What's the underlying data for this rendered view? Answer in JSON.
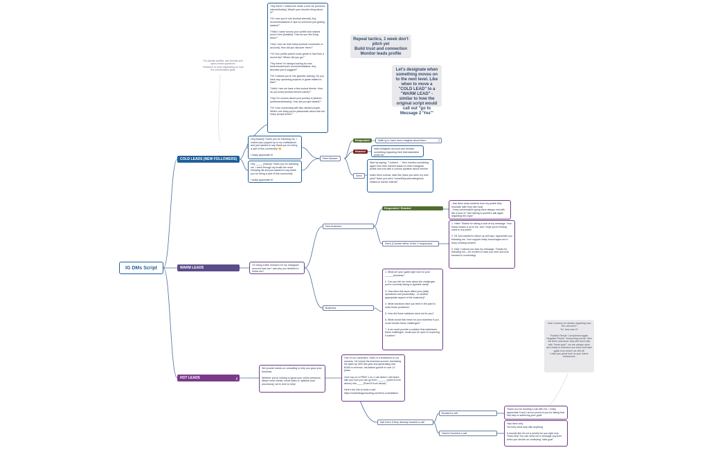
{
  "root": "IG DMs Script",
  "colors": {
    "blue": "#1f5f99",
    "purple": "#5b4b8a",
    "hot": "#7a3a8a",
    "green": "#4f6f2f",
    "red": "#7a2020"
  },
  "cold": {
    "label": "COLD LEADS (NEW FOLLOWERS)",
    "top_note": "For private profiles, ask friendly and open-ended questions\n*research or more depending on how the conversation goes",
    "icebreakers": "\"Hey there! I noticed we share a love for [common interest/hobby]. What's your favorite thing about it?\"\n\n\"Hi! I see you're into [mutual interest]. Any recommendations or tips for someone just getting started?\"\n\n\"Hello! I came across your profile and noticed you're from [location]. How do you like living there?\"\n\n\"Hey! I see we both follow [mutual connection or account]. How did you discover them?\"\n\n\"Hi! Your profile picture looks great! Is that from a recent trip? Where did you go?\"\n\n\"Hey there! I'm always looking for new book/movie/music recommendations. Any favorites you'd suggest?\"\n\n\"Hi! I noticed you're into [specific activity]. Do you have any upcoming projects or goals related to that?\"\n\n\"Hello! I see we have a few mutual friends. How do you know [mutual friend's name]?\"\n\n\"Hey! I'm curious about your journey in [shared profession/industry]. How did you get started?\"\n\n\"Hi! I love connecting with like-minded people. What's one thing you're passionate about that not many people know?\"",
    "msg1": "Hey [Name]! Thank you for following me, I noticed you popped up in my notifications and just wanted to say thank you for being a part of this community! 🙂\n\nI really appreciate it!",
    "msg2": "Hey _____ [Name]! Thank you for following me. I went through my email! the most following list and just wanted to say thank you for being a part of this community!\n\nI really appreciate it!",
    "new_follower": "New follower",
    "responded": "Responded",
    "responded_text": "Walk ig to have more insights about them",
    "reacted": "Reacted",
    "reacted_text": "stalk instagram account and mention something regarding their interests/latest posts etc",
    "seen": "Seen",
    "seen_text": "Start by saying, \"I noticed ...\" then mention something again from their interest based on their instagram profile and end with a curious question about him/her\n\nmake them curious, start like (have you seen my new post? Have you seen \"something interesting/new related to his/her interest\""
  },
  "notes": {
    "repeat": "Repeat tactics, 1 week don't pitch yet\nBuild trust and connection\nMonitor leads profile",
    "designate": "Let's designate when something moves on to the next level. Like when to move a \"COLD LEAD\" to a \"WARM LEAD\" - similar to how the original script would call out \"go to Message 2 'Yes'\"",
    "courtney": "*ask Courtney for details regarding how the call went?\nSo, how was it?\n\nPositive Result: Compliment again\nNegative Result: *reassuring words* then tell them whenever they still need help with \"insert goal\", we are always open and ready to welcome you back and start again from where we left off.\nI wish you good luck on your future endeavors!"
  },
  "warm": {
    "label": "WARM LEADS",
    "msg": "I'm doing a little research for my Instagram account how can I ask why you decided to follow me?",
    "non_business": "Non-business",
    "responded_reacted": "Responded / Reacted",
    "rr_text": "- Ask them what contents from my profile they resonate with/ they like most\n- Keep conversation going them always end with like a tone of \"nice talking to you/let's talk again regarding this topic\"",
    "seen": "Seen (Choose either of the 3 responses)",
    "seen_text": "1. Hello! Thanks for taking a look at my message. Your follow means a lot to me, and I hope you're finding value in my posts!\n\n2. Hi! Just wanted to follow up and say I appreciate you following me. Your support really encourages me to keep creating content!\n\n3. Hey! I noticed you saw my message. Thanks for following me—I'm excited to have you here and look forward to connecting!",
    "business": "Business",
    "business_text": "1. What are your goals right now for your ______business?\n\n2. Can you tell me more about the challenges you're currently facing in [specific area]?\n\n3. How does this issue affect your [daily operations and productivity - or another appropriate aspect of the business]?\n\n4. What solutions have you tried in the past to solve these problems?\n\n5. How did those solutions work out for you?\n\n6. What would that mean for your business if you could resolve these challenges?\n\n7. If we could provide a solution that addresses these challenges, would you be open to exploring it further?"
  },
  "hot": {
    "label": "HOT LEADS",
    "msg": "We provide hands-on consulting to help you grow your business.\n\nWhether you're looking to [grow your online presence, attract more clients, boost sales or optimize your processes], we're here to help!",
    "testimonial": "One of our customers, Sahil, is a testament to our success. He turned his business around, increasing his sales by 40% this year and generating over $10M in revenue, his fastest growth in over 12 years.\n\nLet's hop on a FREE 1-on-1 call where I will share with you how you can go from ______ (point A from above) into ____ (Point B from above)\n\nHere's the link to book a call:\nhttps://marketingconsulting.com/free-consultation",
    "ask": "Ask them if they already booked a call",
    "booked": "Booked a call",
    "booked_text": "Thank you for booking a call with me, I really appreciate it and I am so proud of you for taking that first step to achieving your goal!",
    "not_booked": "Haven't booked a call",
    "not_booked_text": "*ask them why\n*do they need help with anything\n\nIt sounds like it's not a priority for you right now. That's fine! You can send me a message any time when you decide on continuing \"said goal\""
  }
}
